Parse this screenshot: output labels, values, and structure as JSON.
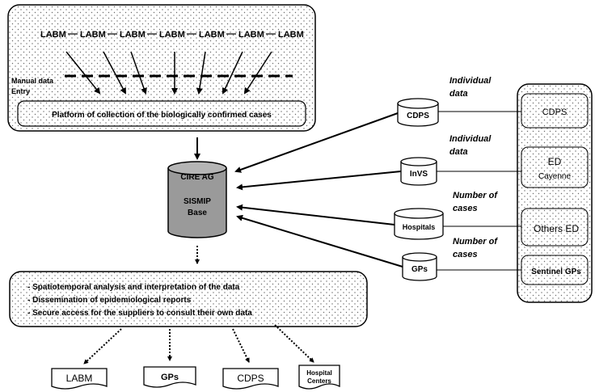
{
  "labm_chain": [
    "LABM",
    "LABM",
    "LABM",
    "LABM",
    "LABM",
    "LABM",
    "LABM"
  ],
  "manual_entry": {
    "line1": "Manual data",
    "line2": "Entry"
  },
  "platform_label": "Platform of collection of the biologically confirmed cases",
  "central_db": {
    "top": "CIRE AG",
    "mid": "SISMIP",
    "bottom": "Base"
  },
  "sources": [
    {
      "db": "CDPS",
      "flow": [
        "Individual",
        "data"
      ],
      "provider": [
        "CDPS"
      ]
    },
    {
      "db": "InVS",
      "flow": [
        "Individual",
        "data"
      ],
      "provider": [
        "ED",
        "Cayenne"
      ]
    },
    {
      "db": "Hospitals",
      "flow": [
        "Number of",
        "cases"
      ],
      "provider": [
        "Others ED"
      ]
    },
    {
      "db": "GPs",
      "flow": [
        "Number of",
        "cases"
      ],
      "provider": [
        "Sentinel GPs"
      ]
    }
  ],
  "outputs": [
    "- Spatiotemporal analysis and interpretation of the data",
    "- Dissemination of epidemiological reports",
    "- Secure access for the suppliers to consult their own data"
  ],
  "recipients": [
    {
      "lines": [
        "LABM"
      ]
    },
    {
      "lines": [
        "GPs"
      ]
    },
    {
      "lines": [
        "CDPS"
      ]
    },
    {
      "lines": [
        "Hospital",
        "Centers"
      ]
    }
  ],
  "colors": {
    "stroke": "#000000",
    "dots": "#6a6a6a",
    "cylinder_fill": "#9a9a9a",
    "paper": "#ffffff"
  }
}
